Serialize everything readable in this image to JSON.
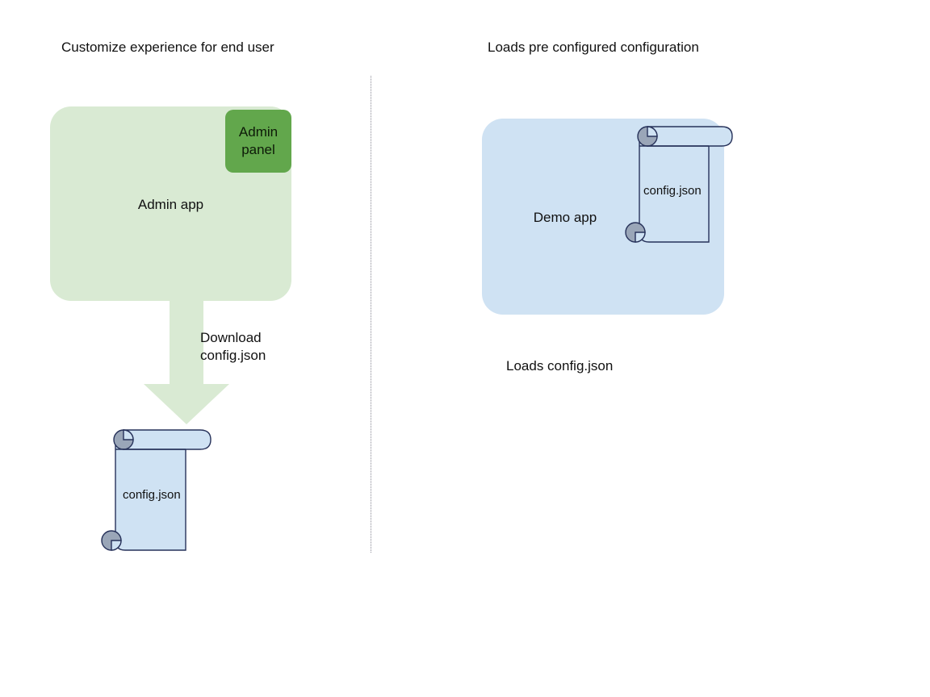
{
  "diagram": {
    "type": "flow-diagram",
    "background_color": "#ffffff",
    "left_panel": {
      "title": "Customize experience for end user",
      "app": {
        "name": "Admin app",
        "fill_color": "#d9ead3",
        "badge": {
          "label": "Admin\npanel",
          "fill_color": "#62a74c"
        }
      },
      "arrow": {
        "direction": "down",
        "label": "Download\nconfig.json",
        "fill_color": "#d9ead3"
      },
      "document": {
        "name": "config.json",
        "icon": "scroll-document",
        "fill_color": "#cfe2f3",
        "stroke_color": "#27325a",
        "roll_color": "#9aa6b8"
      }
    },
    "divider": {
      "style": "dotted",
      "color": "#8a8a96",
      "orientation": "vertical"
    },
    "right_panel": {
      "title": "Loads pre configured configuration",
      "app": {
        "name": "Demo app",
        "fill_color": "#cfe2f3"
      },
      "document": {
        "name": "config.json",
        "icon": "scroll-document",
        "fill_color": "#cfe2f3",
        "stroke_color": "#27325a",
        "roll_color": "#9aa6b8"
      },
      "caption": "Loads config.json"
    }
  }
}
